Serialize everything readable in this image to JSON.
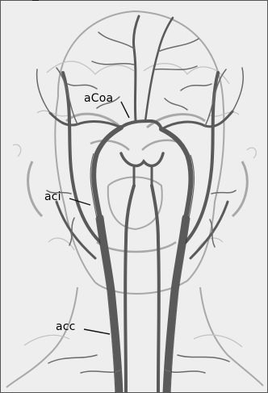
{
  "labels": {
    "acoa": "aCoa",
    "aci": "aci",
    "acc": "acc"
  },
  "colors": {
    "background": "#f4f4f4",
    "vessel": "#5a5a5a",
    "vessel_dark": "#2e2e2e",
    "skull_outline": "#9a9a9a"
  }
}
